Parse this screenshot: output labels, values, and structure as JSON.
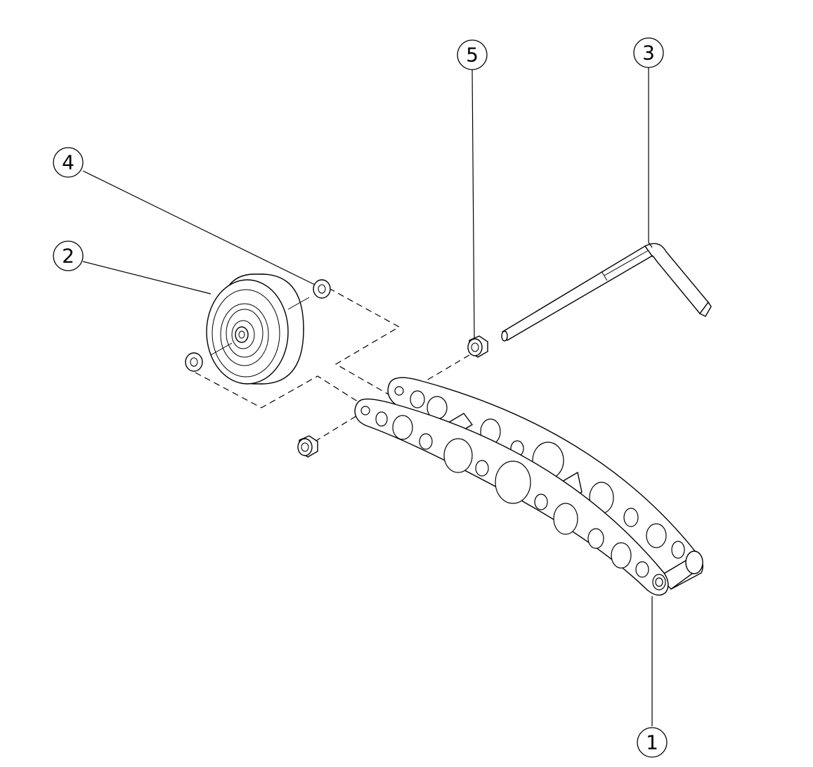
{
  "callouts": [
    {
      "id": "c1",
      "label": "1"
    },
    {
      "id": "c2",
      "label": "2"
    },
    {
      "id": "c3",
      "label": "3"
    },
    {
      "id": "c4",
      "label": "4"
    },
    {
      "id": "c5",
      "label": "5"
    }
  ]
}
